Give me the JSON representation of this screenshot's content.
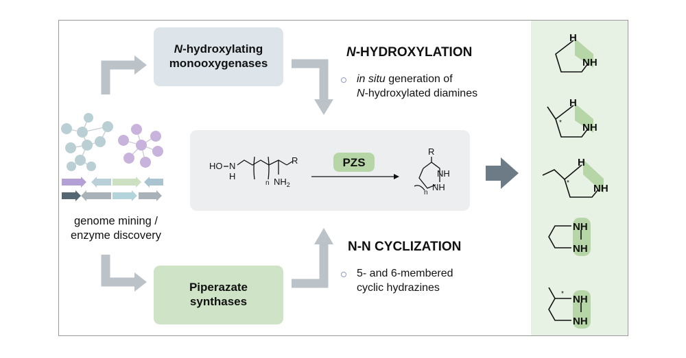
{
  "enzymes": {
    "top_box": {
      "line1_italic": "N",
      "line1_rest": "-hydroxylating",
      "line2": "monooxygenases"
    },
    "bottom_box": {
      "line1": "Piperazate",
      "line2": "synthases"
    }
  },
  "sections": {
    "hydroxylation": {
      "heading_italic": "N",
      "heading_rest": "-HYDROXYLATION",
      "bullet_line1_italic": "in situ",
      "bullet_line1_rest": " generation of",
      "bullet_line2_italic": "N",
      "bullet_line2_rest": "-hydroxylated diamines"
    },
    "cyclization": {
      "heading": "N-N CYCLIZATION",
      "bullet_line1": "5- and 6-membered",
      "bullet_line2": "cyclic hydrazines"
    }
  },
  "left": {
    "caption_line1": "genome mining /",
    "caption_line2": "enzyme discovery"
  },
  "reaction": {
    "enzyme_label": "PZS",
    "substrate": {
      "ho": "HO",
      "n": "N",
      "h": "H",
      "sub_n": "n",
      "r": "R",
      "nh2": "NH",
      "nh2_sub": "2"
    },
    "product": {
      "r": "R",
      "nh_top": "NH",
      "nh_bottom": "NH",
      "sub_n": "n"
    }
  },
  "products": {
    "nh": "NH",
    "h": "H",
    "stereo_mark": "*"
  },
  "colors": {
    "arrow_gray": "#bcc3c8",
    "dark_arrow": "#6c7b85",
    "highlight_green": "#b7d6a8",
    "node_teal": "#b9cfd3",
    "node_purple": "#c8b3dc"
  }
}
